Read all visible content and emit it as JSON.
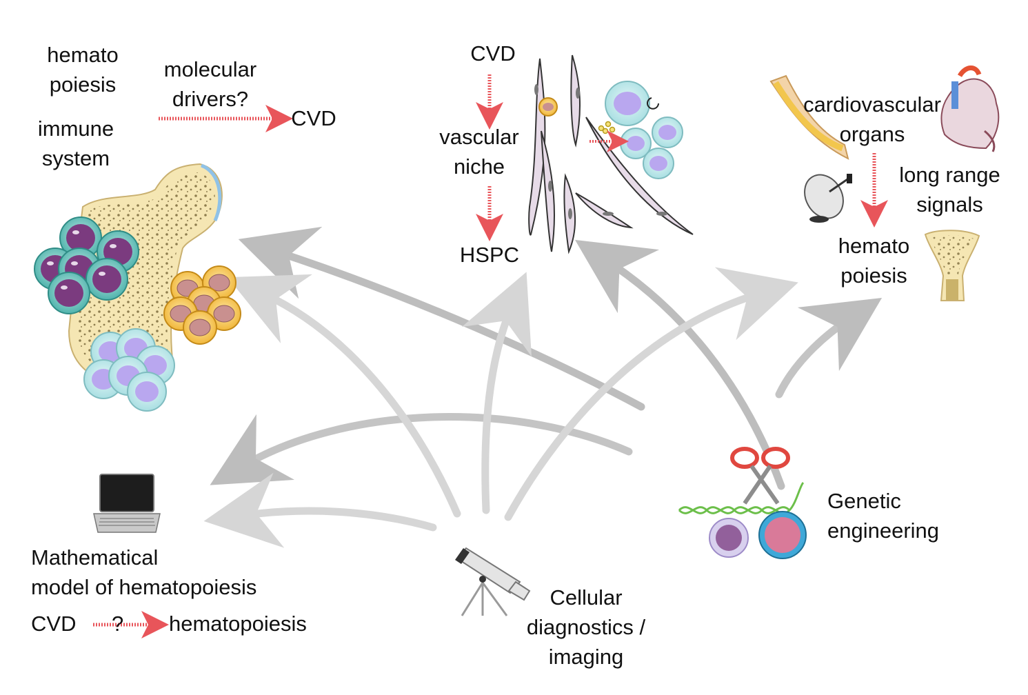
{
  "colors": {
    "accent_red": "#e8555a",
    "arrow_gray": "#b9b9b9",
    "arrow_gray_light": "#d2d2d2",
    "bone_fill": "#f5e6b3",
    "bone_pore": "#6b5a2c",
    "cell_purple": "#7b3b7f",
    "cell_teal": "#7fcfd3",
    "cell_lilac": "#b9a7ef",
    "cell_orange": "#f1b73a",
    "cell_pink": "#c9908f",
    "endothelial": "#e7dbe8"
  },
  "top_left": {
    "label_hemato": "hemato",
    "label_poiesis": "poiesis",
    "label_immune": "immune",
    "label_system": "system",
    "label_molecular": "molecular",
    "label_drivers": "drivers?",
    "label_cvd": "CVD"
  },
  "top_center": {
    "label_cvd": "CVD",
    "label_vascular": "vascular",
    "label_niche": "niche",
    "label_hspc": "HSPC"
  },
  "top_right": {
    "label_cardiovascular": "cardiovascular",
    "label_organs": "organs",
    "label_long_range": "long range",
    "label_signals": "signals",
    "label_hemato": "hemato",
    "label_poiesis": "poiesis"
  },
  "bottom_left": {
    "label_mathematical": "Mathematical",
    "label_model": "model of hematopoiesis",
    "label_cvd": "CVD",
    "label_question": "?",
    "label_hematopoiesis": "hematopoiesis"
  },
  "bottom_center": {
    "label_cellular": "Cellular",
    "label_diagnostics": "diagnostics /",
    "label_imaging": "imaging"
  },
  "bottom_right": {
    "label_genetic": "Genetic",
    "label_engineering": "engineering"
  },
  "icons": {
    "bone_marrow": "bone-marrow-illustration",
    "vascular_niche": "vascular-niche-illustration",
    "heart": "heart-icon",
    "artery": "artery-icon",
    "satellite_dish": "satellite-dish-icon",
    "small_bone": "bone-icon",
    "laptop": "laptop-icon",
    "telescope": "telescope-icon",
    "scissors": "scissors-icon",
    "dna": "dna-helix-icon"
  }
}
